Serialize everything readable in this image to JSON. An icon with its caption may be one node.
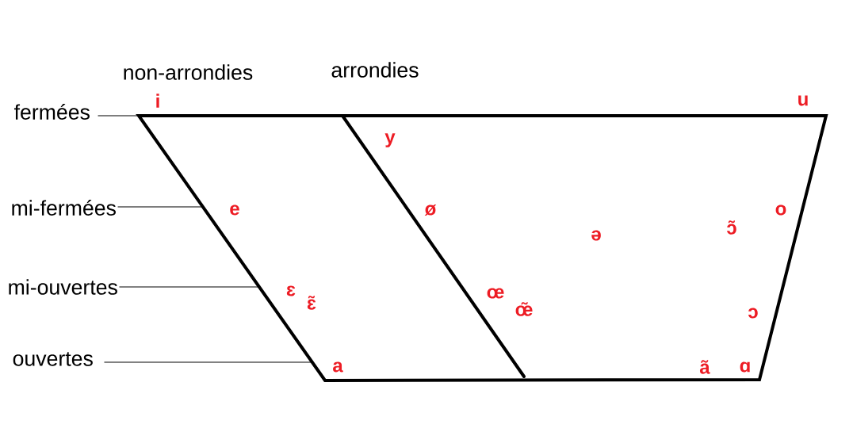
{
  "diagram": {
    "nodes": [
      {
        "text": [
          "fermées"
        ]
      },
      {
        "text": [
          "mi-fermées"
        ]
      },
      {
        "text": [
          "mi-ouvertes"
        ]
      },
      {
        "text": [
          "ouvertes"
        ]
      }
    ],
    "edges": [
      {
        "from": 0,
        "to": null,
        "arrow": "none"
      },
      {
        "from": 1,
        "to": null,
        "arrow": "none"
      },
      {
        "from": 2,
        "to": null,
        "arrow": "none"
      },
      {
        "from": 3,
        "to": null,
        "arrow": "none"
      }
    ],
    "labels": [
      "non-arrondies",
      "arrondies",
      "i",
      "u",
      "y",
      "e",
      "ø",
      "o",
      "ɔ̃",
      "ə",
      "ɛ",
      "œ",
      "ɛ̃",
      "œ̃",
      "ɔ",
      "a",
      "ã",
      "ɑ"
    ]
  }
}
